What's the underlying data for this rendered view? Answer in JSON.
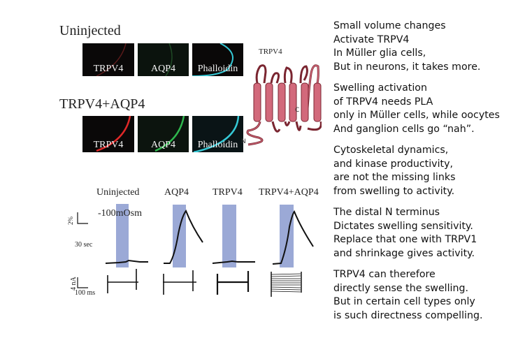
{
  "figure": {
    "top": {
      "row1_title": "Uninjected",
      "row2_title": "TRPV4+AQP4",
      "panel_labels": [
        "TRPV4",
        "AQP4",
        "Phalloidin"
      ],
      "diagram": {
        "title": "TRPV4",
        "n_label": "N",
        "c_label": "C"
      }
    },
    "bottom": {
      "conditions": [
        "Uninjected",
        "AQP4",
        "TRPV4",
        "TRPV4+AQP4"
      ],
      "stimulus": "-100mOsm",
      "scale_volume_y": "2%",
      "scale_volume_x": "30 sec",
      "scale_current_y": "4 nA",
      "scale_current_x": "100 ms"
    }
  },
  "notes": [
    [
      "Small volume changes",
      "Activate TRPV4",
      "In Müller glia cells,",
      "But in neurons, it takes more."
    ],
    [
      "Swelling activation",
      "of TRPV4 needs PLA",
      "only in Müller cells, while oocytes",
      "And ganglion cells go “nah”."
    ],
    [
      "Cytoskeletal dynamics,",
      "and kinase productivity,",
      "are not the missing links",
      "from swelling to activity."
    ],
    [
      "The distal N terminus",
      "Dictates swelling sensitivity.",
      "Replace that one with TRPV1",
      "and shrinkage gives activity."
    ],
    [
      "TRPV4 can therefore",
      "directly sense the swelling.",
      "But in certain cell types only",
      "is such directness compelling."
    ]
  ],
  "colors": {
    "bar": "#9ba9d6",
    "helix": "#d2697b",
    "trpv4": "#e02828",
    "aqp4": "#2fb84e",
    "phalloidin": "#35c9d6"
  }
}
